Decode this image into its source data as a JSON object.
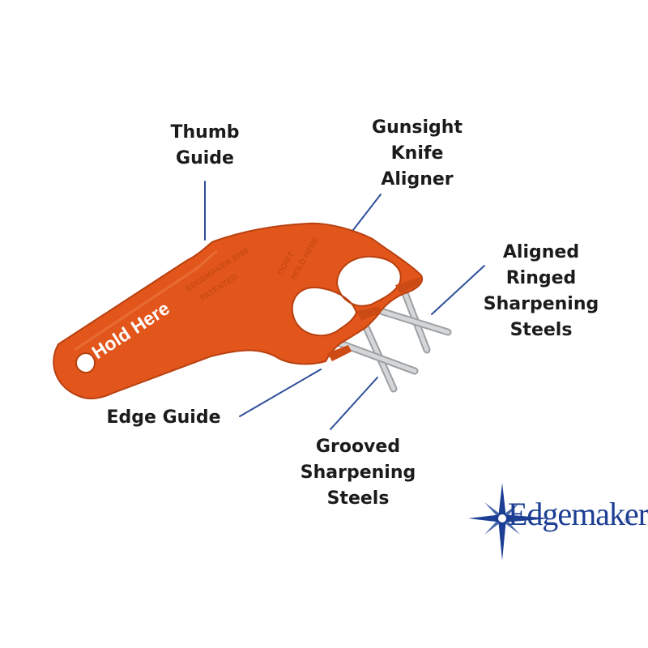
{
  "labels": {
    "thumb_guide": [
      "Thumb",
      "Guide"
    ],
    "gunsight": [
      "Gunsight",
      "Knife",
      "Aligner"
    ],
    "aligned_steels": [
      "Aligned",
      "Ringed",
      "Sharpening",
      "Steels"
    ],
    "edge_guide": [
      "Edge Guide"
    ],
    "grooved_steels": [
      "Grooved",
      "Sharpening",
      "Steels"
    ]
  },
  "product": {
    "handle_text": "Hold Here",
    "emboss_model": "EDGEMAKER 2000",
    "emboss_patent": "PATENTED",
    "emboss_warning_1": "DON'T",
    "emboss_warning_2": "HOLD HERE",
    "body_color": "#e2561c",
    "steel_color": "#c2c4c6"
  },
  "brand": {
    "name": "Edgemaker",
    "registered": "®",
    "color": "#1c3f94"
  },
  "leader_line_color": "#2e4f9a"
}
